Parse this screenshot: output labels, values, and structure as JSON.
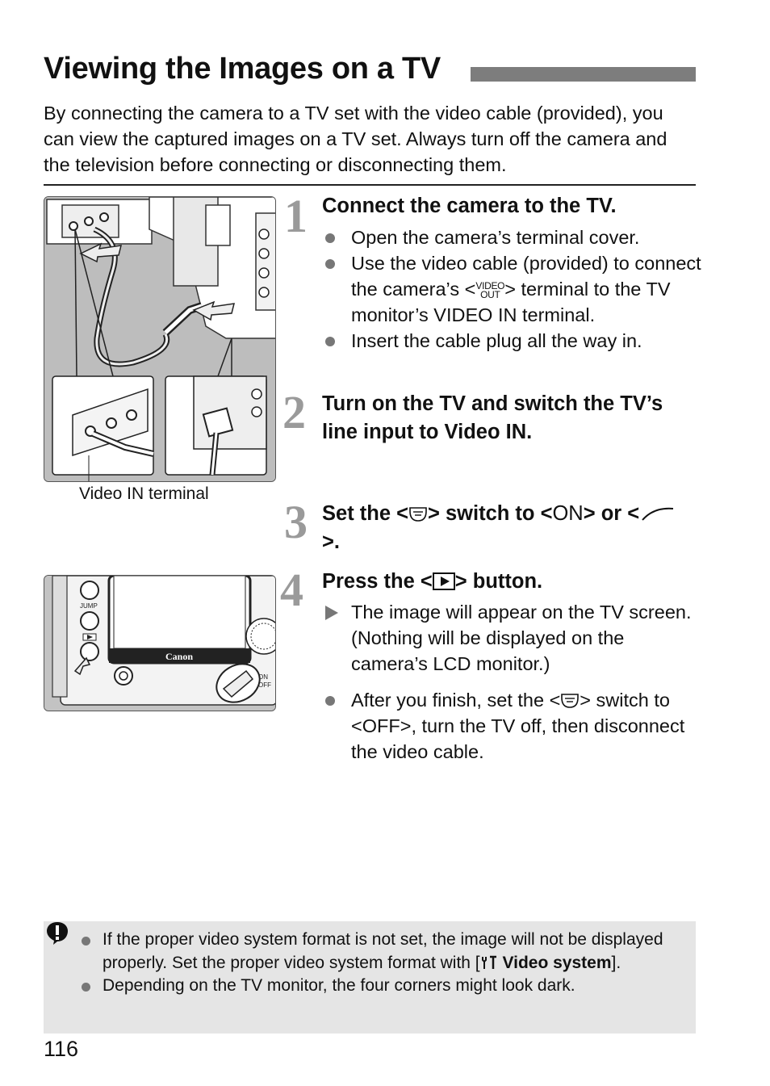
{
  "title": "Viewing the Images on a TV",
  "intro": "By connecting the camera to a TV set with the video cable (provided), you can view the captured images on a TV set. Always turn off the camera and the television before connecting or disconnecting them.",
  "illustration1": {
    "caption": "Video IN terminal"
  },
  "illustration2": {
    "brand": "Canon",
    "jump_label": "JUMP",
    "on_label": "ON",
    "off_label": "OFF"
  },
  "steps": [
    {
      "number": "1",
      "title": "Connect the camera to the TV.",
      "bullets": [
        {
          "text": "Open the camera’s terminal cover."
        },
        {
          "pre": "Use the video cable (provided) to connect the camera’s <",
          "icon_top": "VIDEO",
          "icon_bottom": "OUT",
          "post": "> terminal to the TV monitor’s VIDEO IN terminal."
        },
        {
          "text": "Insert the cable plug all the way in."
        }
      ]
    },
    {
      "number": "2",
      "title": "Turn on the TV and switch the TV’s line input to Video IN."
    },
    {
      "number": "3",
      "title_pre": "Set the <",
      "title_mid": "> switch to <",
      "on": "ON",
      "title_mid2": "> or <",
      "title_post": ">."
    },
    {
      "number": "4",
      "title_pre": "Press the <",
      "title_post": "> button.",
      "result": "The image will appear on the TV screen. (Nothing will be displayed on the camera’s LCD monitor.)",
      "bullet_pre": "After you finish, set the <",
      "bullet_mid": "> switch to <",
      "off": "OFF",
      "bullet_post": ">, turn the TV off, then disconnect the video cable."
    }
  ],
  "notes": [
    {
      "pre": "If the proper video system format is not set, the image will not be displayed properly. Set the proper video system format with [",
      "bold": "Video system",
      "post": "]."
    },
    {
      "text": "Depending on the TV monitor, the four corners might look dark."
    }
  ],
  "page_number": "116"
}
